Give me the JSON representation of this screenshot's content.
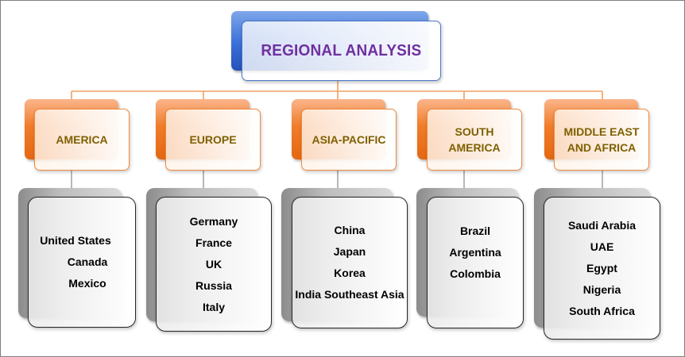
{
  "title": "REGIONAL ANALYSIS",
  "colors": {
    "title_text": "#7030a0",
    "title_card": "#3a6fd8",
    "region_card": "#f07c2a",
    "region_text": "#7f6000",
    "connector": "#f0a060",
    "country_card": "#a6a6a6",
    "country_text": "#000000"
  },
  "regions": [
    {
      "label": "AMERICA",
      "countries": [
        "United States",
        "Canada",
        "Mexico"
      ]
    },
    {
      "label": "EUROPE",
      "countries": [
        "Germany",
        "France",
        "UK",
        "Russia",
        "Italy"
      ]
    },
    {
      "label": "ASIA-PACIFIC",
      "countries": [
        "China",
        "Japan",
        "Korea",
        "India Southeast Asia"
      ]
    },
    {
      "label": "SOUTH AMERICA",
      "countries": [
        "Brazil",
        "Argentina",
        "Colombia"
      ]
    },
    {
      "label": "MIDDLE EAST AND AFRICA",
      "countries": [
        "Saudi Arabia",
        "UAE",
        "Egypt",
        "Nigeria",
        "South Africa"
      ]
    }
  ]
}
